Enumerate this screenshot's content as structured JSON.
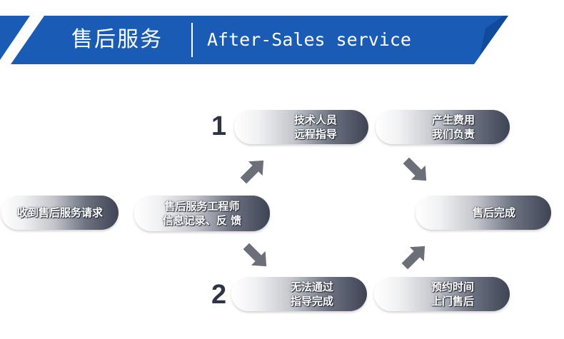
{
  "header": {
    "title": "售后服务",
    "subtitle": "After-Sales service",
    "color": "#1a5bb5"
  },
  "steps": {
    "start": {
      "line1": "收到售后服务请求"
    },
    "record": {
      "line1": "售后服务工程师",
      "line2": "信息记录、反 馈"
    },
    "remote": {
      "number": "1",
      "line1": "技术人员",
      "line2": "远程指导"
    },
    "cost": {
      "line1": "产生费用",
      "line2": "我们负责"
    },
    "complete": {
      "line1": "售后完成"
    },
    "fail": {
      "number": "2",
      "line1": "无法通过",
      "line2": "指导完成"
    },
    "onsite": {
      "line1": "预约时间",
      "line2": "上门售后"
    }
  },
  "colors": {
    "arrow": "#6b6f78",
    "pill_dark": "#3e4454",
    "number": "#2d3446"
  }
}
